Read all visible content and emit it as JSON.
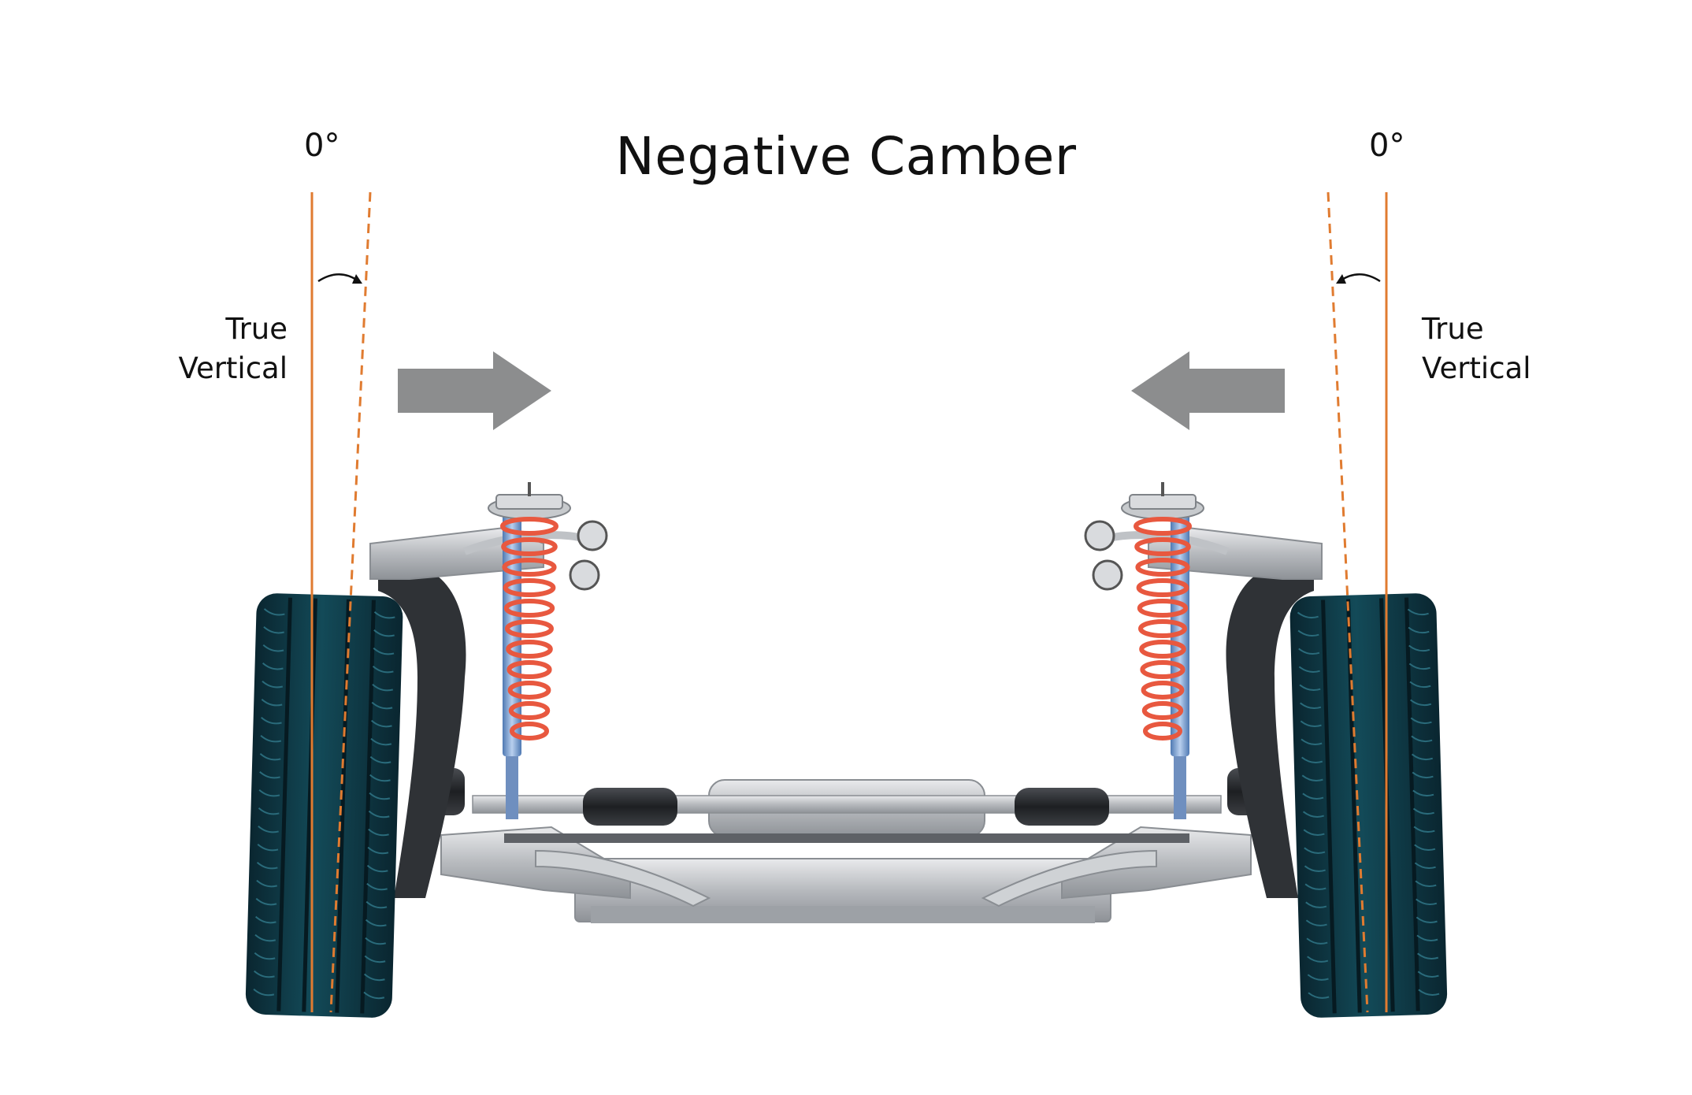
{
  "title": "Negative Camber",
  "left": {
    "angle_label": "0°",
    "vertical_line_1": "True",
    "vertical_line_2": "Vertical"
  },
  "right": {
    "angle_label": "0°",
    "vertical_line_1": "True",
    "vertical_line_2": "Vertical"
  },
  "colors": {
    "background": "#ffffff",
    "vertical_line": "#e07b30",
    "arrow": "#8c8d8e",
    "tire": "#0f3a46",
    "spring": "#e8583f",
    "shock": "#7fa6d6",
    "frame": "#b9bcc0",
    "text": "#111111"
  },
  "icons": [
    "arrow-right-icon",
    "arrow-left-icon",
    "angle-arc-icon",
    "coil-spring-icon",
    "shock-absorber-icon",
    "tire-icon",
    "subframe-icon"
  ]
}
